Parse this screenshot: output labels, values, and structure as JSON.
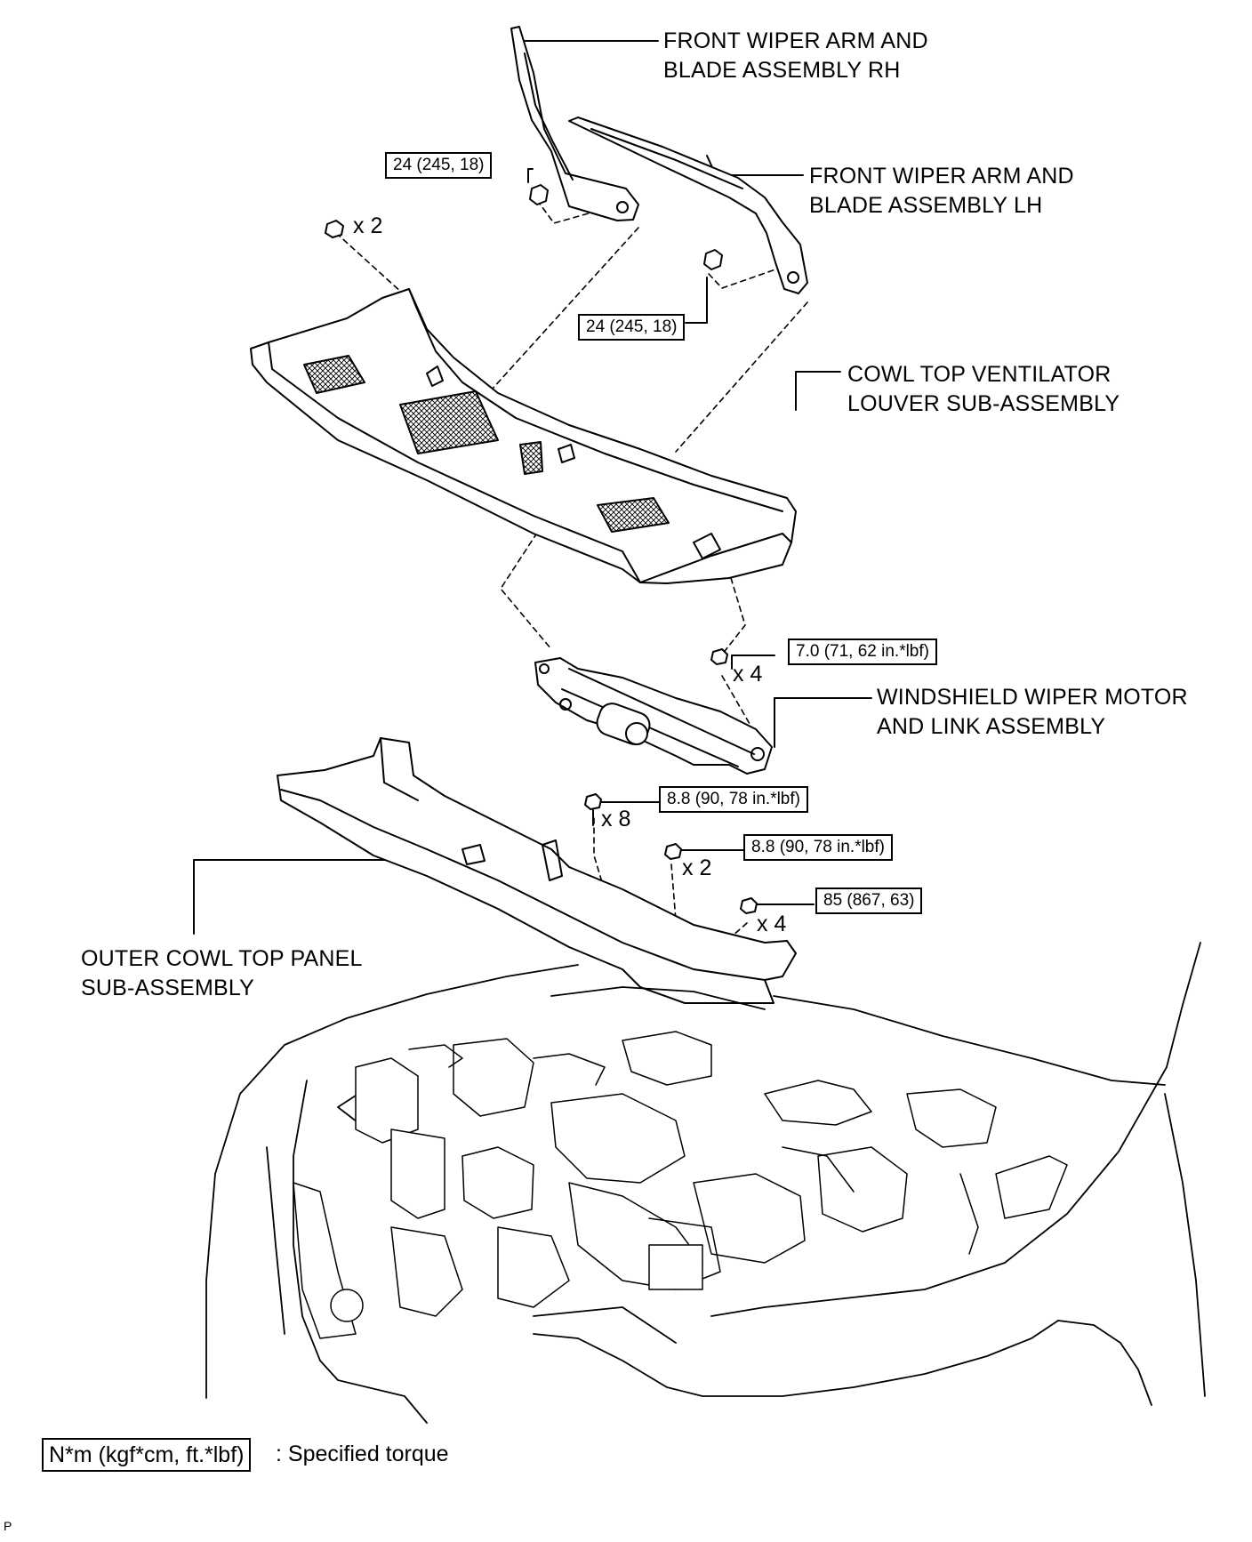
{
  "labels": {
    "wiper_rh": [
      "FRONT WIPER ARM AND",
      "BLADE ASSEMBLY RH"
    ],
    "wiper_lh": [
      "FRONT WIPER ARM AND",
      "BLADE ASSEMBLY LH"
    ],
    "cowl_louver": [
      "COWL TOP VENTILATOR",
      "LOUVER SUB-ASSEMBLY"
    ],
    "wiper_motor": [
      "WINDSHIELD WIPER MOTOR",
      "AND LINK ASSEMBLY"
    ],
    "outer_cowl": [
      "OUTER COWL TOP PANEL",
      "SUB-ASSEMBLY"
    ]
  },
  "torques": {
    "wiper_rh_nut": "24 (245, 18)",
    "wiper_lh_nut": "24 (245, 18)",
    "motor_bolts": "7.0 (71, 62 in.*lbf)",
    "cowl_bolts": "8.8 (90, 78 in.*lbf)",
    "cowl_nuts": "8.8 (90, 78 in.*lbf)",
    "cowl_side_bolts": "85 (867, 63)"
  },
  "quantities": {
    "louver_clips": "x 2",
    "motor_bolts": "x 4",
    "cowl_bolts": "x 8",
    "cowl_nuts": "x 2",
    "cowl_side_bolts": "x 4"
  },
  "legend": {
    "box": "N*m (kgf*cm, ft.*lbf)",
    "text": ": Specified torque"
  },
  "figure_code": "P"
}
